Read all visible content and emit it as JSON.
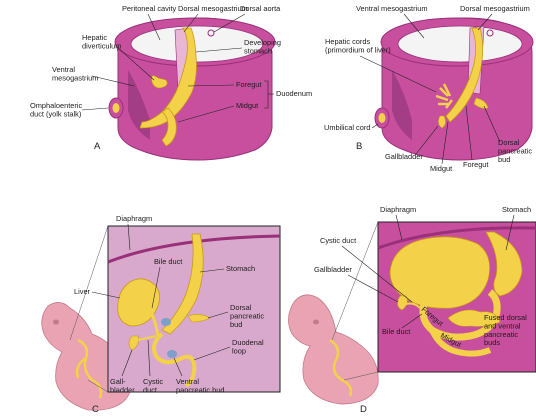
{
  "colors": {
    "mesentery": "#c84f9e",
    "mesentery_dark": "#9a2f7a",
    "mesentery_light": "#e9b6d6",
    "gut_yellow": "#f3d24a",
    "gut_dark": "#c99a14",
    "cavity_white": "#f4f4f4",
    "pancreas_blue": "#7e9fc9",
    "embryo_pink": "#e9a3b3",
    "panel_bg": "#d8a9cc"
  },
  "panel_a": {
    "letter": "A",
    "peritoneal_cavity": "Peritoneal cavity",
    "dorsal_mesogastrium": "Dorsal mesogastrium",
    "dorsal_aorta": "Dorsal aorta",
    "hepatic_diverticulum": "Hepatic\ndiverticulum",
    "developing_stomach": "Developing\nstomach",
    "ventral_mesogastrium": "Ventral\nmesogastrium",
    "foregut": "Foregut",
    "duodenum": "Duodenum",
    "midgut": "Midgut",
    "omphaloenteric_duct": "Omphaloenteric\nduct (yolk stalk)"
  },
  "panel_b": {
    "letter": "B",
    "ventral_mesogastrium": "Ventral mesogastrium",
    "dorsal_mesogastrium": "Dorsal mesogastrium",
    "hepatic_cords": "Hepatic cords\n(primordium of liver)",
    "umbilical_cord": "Umbilical cord",
    "gallbladder": "Gallbladder",
    "midgut": "Midgut",
    "foregut": "Foregut",
    "dorsal_pancreatic_bud": "Dorsal\npancreatic\nbud"
  },
  "panel_c": {
    "letter": "C",
    "diaphragm": "Diaphragm",
    "bile_duct": "Bile duct",
    "stomach": "Stomach",
    "liver": "Liver",
    "dorsal_pancreatic_bud": "Dorsal\npancreatic\nbud",
    "duodenal_loop": "Duodenal\nloop",
    "gallbladder": "Gall-\nbladder",
    "cystic_duct": "Cystic\nduct",
    "ventral_pancreatic_bud": "Ventral\npancreatic bud"
  },
  "panel_d": {
    "letter": "D",
    "diaphragm": "Diaphragm",
    "stomach": "Stomach",
    "cystic_duct": "Cystic duct",
    "gallbladder": "Gallbladder",
    "bile_duct": "Bile duct",
    "foregut": "Foregut",
    "midgut": "Midgut",
    "fused_pancreatic_buds": "Fused dorsal\nand ventral\npancreatic\nbuds"
  }
}
